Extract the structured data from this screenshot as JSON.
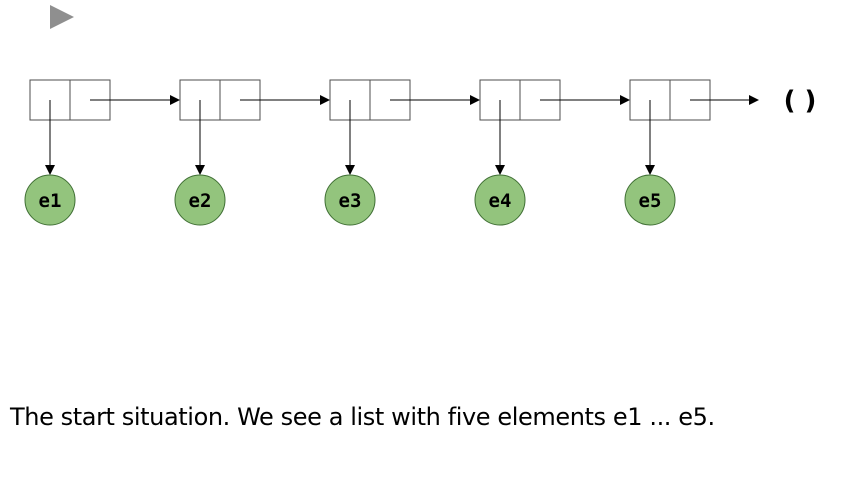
{
  "controls": {
    "play_icon": "play-triangle-icon",
    "play_color": "#8f8f8f"
  },
  "diagram": {
    "elements": [
      "e1",
      "e2",
      "e3",
      "e4",
      "e5"
    ],
    "nil_label": "( )",
    "element_fill": "#93c47d",
    "element_stroke": "#3f6f34",
    "cell_stroke": "#4d4d4d",
    "arrow_color": "#000000"
  },
  "caption": "The start situation. We see a list with five elements e1 ... e5."
}
